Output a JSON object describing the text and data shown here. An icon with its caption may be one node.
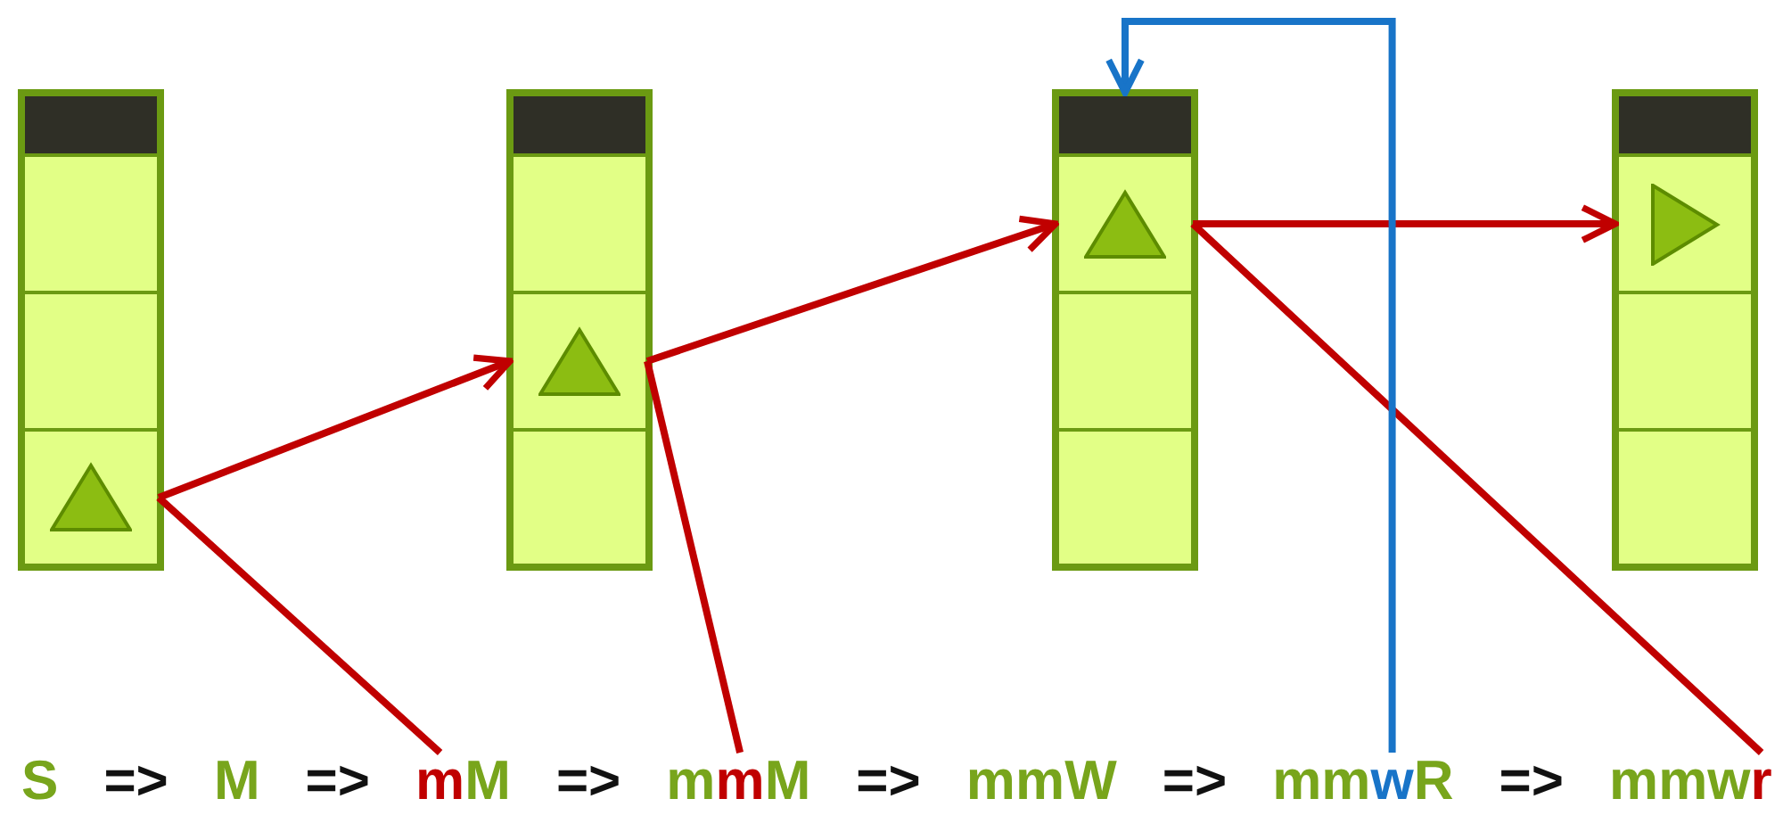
{
  "diagram": {
    "nodes": [
      {
        "text": [],
        "shape": "box"
      },
      {
        "text": [],
        "shape": "box",
        "in": 0
      },
      {
        "text": [],
        "shape": "box",
        "in": 0
      },
      {
        "text": [],
        "shape": "box",
        "in": 0
      },
      {
        "text": [],
        "shape": "box",
        "in": 0
      },
      {
        "text": [],
        "shape": "box"
      },
      {
        "text": [],
        "shape": "box",
        "in": 5
      },
      {
        "text": [],
        "shape": "box",
        "in": 5
      },
      {
        "text": [],
        "shape": "box",
        "in": 5
      },
      {
        "text": [],
        "shape": "box",
        "in": 5
      },
      {
        "text": [],
        "shape": "box"
      },
      {
        "text": [],
        "shape": "box",
        "in": 10
      },
      {
        "text": [],
        "shape": "box",
        "in": 10
      },
      {
        "text": [],
        "shape": "box",
        "in": 10
      },
      {
        "text": [],
        "shape": "box",
        "in": 10
      },
      {
        "text": [],
        "shape": "box"
      },
      {
        "text": [],
        "shape": "box",
        "in": 15
      },
      {
        "text": [],
        "shape": "box",
        "in": 15
      },
      {
        "text": [],
        "shape": "box",
        "in": 15
      },
      {
        "text": [],
        "shape": "box",
        "in": 15
      },
      {
        "text": [
          "S"
        ]
      },
      {
        "text": [
          "M"
        ]
      },
      {
        "text": [
          "mM"
        ]
      },
      {
        "text": [
          "mmM"
        ]
      },
      {
        "text": [
          "mmW"
        ]
      },
      {
        "text": [
          "mmwR"
        ]
      },
      {
        "text": [
          "mmwr"
        ]
      }
    ],
    "edges": [
      {
        "from": 22,
        "to": 4,
        "arrow": "none"
      },
      {
        "from": 4,
        "to": 8,
        "arrow": "to"
      },
      {
        "from": 23,
        "to": 8,
        "arrow": "none"
      },
      {
        "from": 8,
        "to": 12,
        "arrow": "to"
      },
      {
        "from": 26,
        "to": 12,
        "arrow": "none"
      },
      {
        "from": 12,
        "to": 17,
        "arrow": "to"
      },
      {
        "from": 25,
        "to": 11,
        "arrow": "to",
        "color": "#1874c8"
      }
    ],
    "labels": [
      "=>",
      "=>",
      "=>",
      "=>",
      "=>",
      "=>"
    ]
  }
}
